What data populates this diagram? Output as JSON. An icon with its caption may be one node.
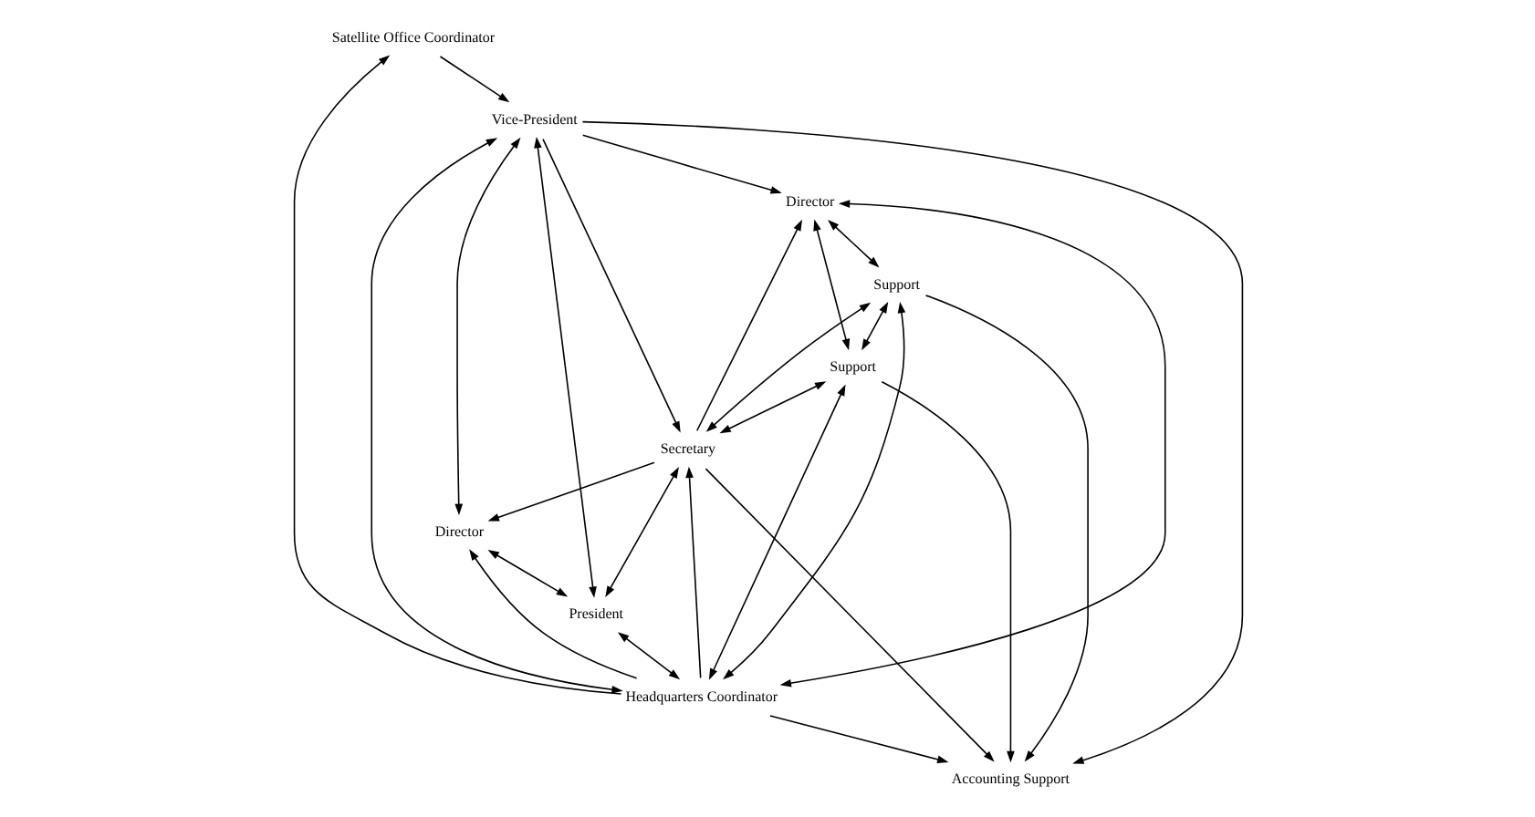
{
  "diagram": {
    "nodes": [
      {
        "text": [
          "Satellite Office Coordinator"
        ]
      },
      {
        "text": [
          "Director"
        ]
      },
      {
        "text": [
          "Vice-President"
        ]
      },
      {
        "text": [
          "Headquarters Coordinator"
        ]
      },
      {
        "text": [
          "Support"
        ]
      },
      {
        "text": [
          "Support"
        ]
      },
      {
        "text": [
          "Director"
        ]
      },
      {
        "text": [
          "Secretary"
        ]
      },
      {
        "text": [
          "President"
        ]
      },
      {
        "text": [
          "Accounting Support"
        ]
      }
    ],
    "edges": [
      {
        "from": 0,
        "to": 2,
        "arrow": "to"
      },
      {
        "from": 3,
        "to": 0,
        "arrow": "to"
      },
      {
        "from": 2,
        "to": 1,
        "arrow": "to"
      },
      {
        "from": 2,
        "to": 3,
        "arrow": "both"
      },
      {
        "from": 2,
        "to": 6,
        "arrow": "both"
      },
      {
        "from": 2,
        "to": 8,
        "arrow": "both"
      },
      {
        "from": 2,
        "to": 7,
        "arrow": "to"
      },
      {
        "from": 2,
        "to": 9,
        "arrow": "to"
      },
      {
        "from": 3,
        "to": 1,
        "arrow": "both"
      },
      {
        "from": 3,
        "to": 5,
        "arrow": "both"
      },
      {
        "from": 3,
        "to": 4,
        "arrow": "both"
      },
      {
        "from": 3,
        "to": 6,
        "arrow": "to"
      },
      {
        "from": 3,
        "to": 7,
        "arrow": "to"
      },
      {
        "from": 3,
        "to": 9,
        "arrow": "to"
      },
      {
        "from": 7,
        "to": 1,
        "arrow": "to"
      },
      {
        "from": 1,
        "to": 4,
        "arrow": "both"
      },
      {
        "from": 1,
        "to": 5,
        "arrow": "both"
      },
      {
        "from": 4,
        "to": 5,
        "arrow": "both"
      },
      {
        "from": 4,
        "to": 7,
        "arrow": "both"
      },
      {
        "from": 5,
        "to": 7,
        "arrow": "both"
      },
      {
        "from": 7,
        "to": 6,
        "arrow": "to"
      },
      {
        "from": 6,
        "to": 8,
        "arrow": "both"
      },
      {
        "from": 8,
        "to": 3,
        "arrow": "both"
      },
      {
        "from": 8,
        "to": 7,
        "arrow": "both"
      },
      {
        "from": 7,
        "to": 9,
        "arrow": "to"
      },
      {
        "from": 4,
        "to": 9,
        "arrow": "to"
      },
      {
        "from": 5,
        "to": 9,
        "arrow": "to"
      }
    ]
  }
}
